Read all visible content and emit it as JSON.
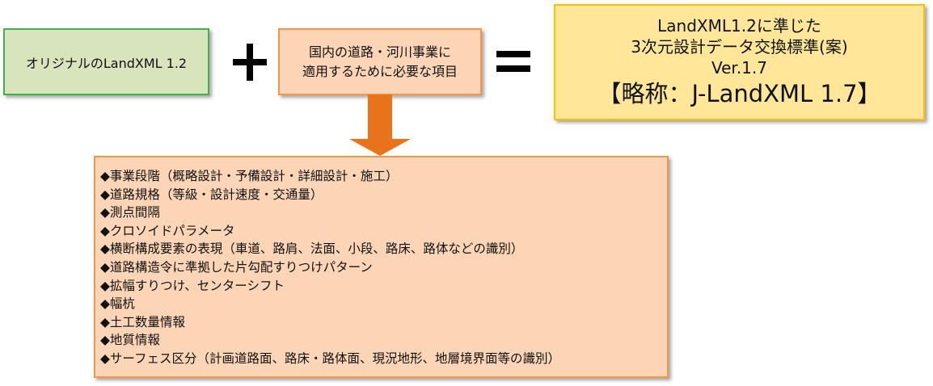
{
  "original_box": {
    "text": "オリジナルのLandXML 1.2"
  },
  "additions_box": {
    "lines": [
      "国内の道路・河川事業に",
      "適用するために必要な項目"
    ]
  },
  "result_box": {
    "lines": [
      "LandXML1.2に準じた",
      "3次元設計データ交換標準(案)",
      "Ver.1.7"
    ],
    "abbreviation": "【略称：J-LandXML 1.7】"
  },
  "items": [
    "◆事業段階（概略設計・予備設計・詳細設計・施工）",
    "◆道路規格（等級・設計速度・交通量）",
    "◆測点間隔",
    "◆クロソイドパラメータ",
    "◆横断構成要素の表現（車道、路肩、法面、小段、路床、路体などの識別）",
    "◆道路構造令に準拠した片勾配すりつけパターン",
    "◆拡幅すりつけ、センターシフト",
    "◆幅杭",
    "◆土工数量情報",
    "◆地質情報",
    "◆サーフェス区分（計画道路面、路床・路体面、現況地形、地層境界面等の識別）"
  ],
  "colors": {
    "green_fill": "#d8e4bc",
    "green_border": "#3cb44b",
    "orange_fill": "#fbd5b5",
    "orange_border": "#f79646",
    "yellow_fill": "#ffe699",
    "yellow_border": "#ffc000",
    "arrow": "#e8731a"
  }
}
